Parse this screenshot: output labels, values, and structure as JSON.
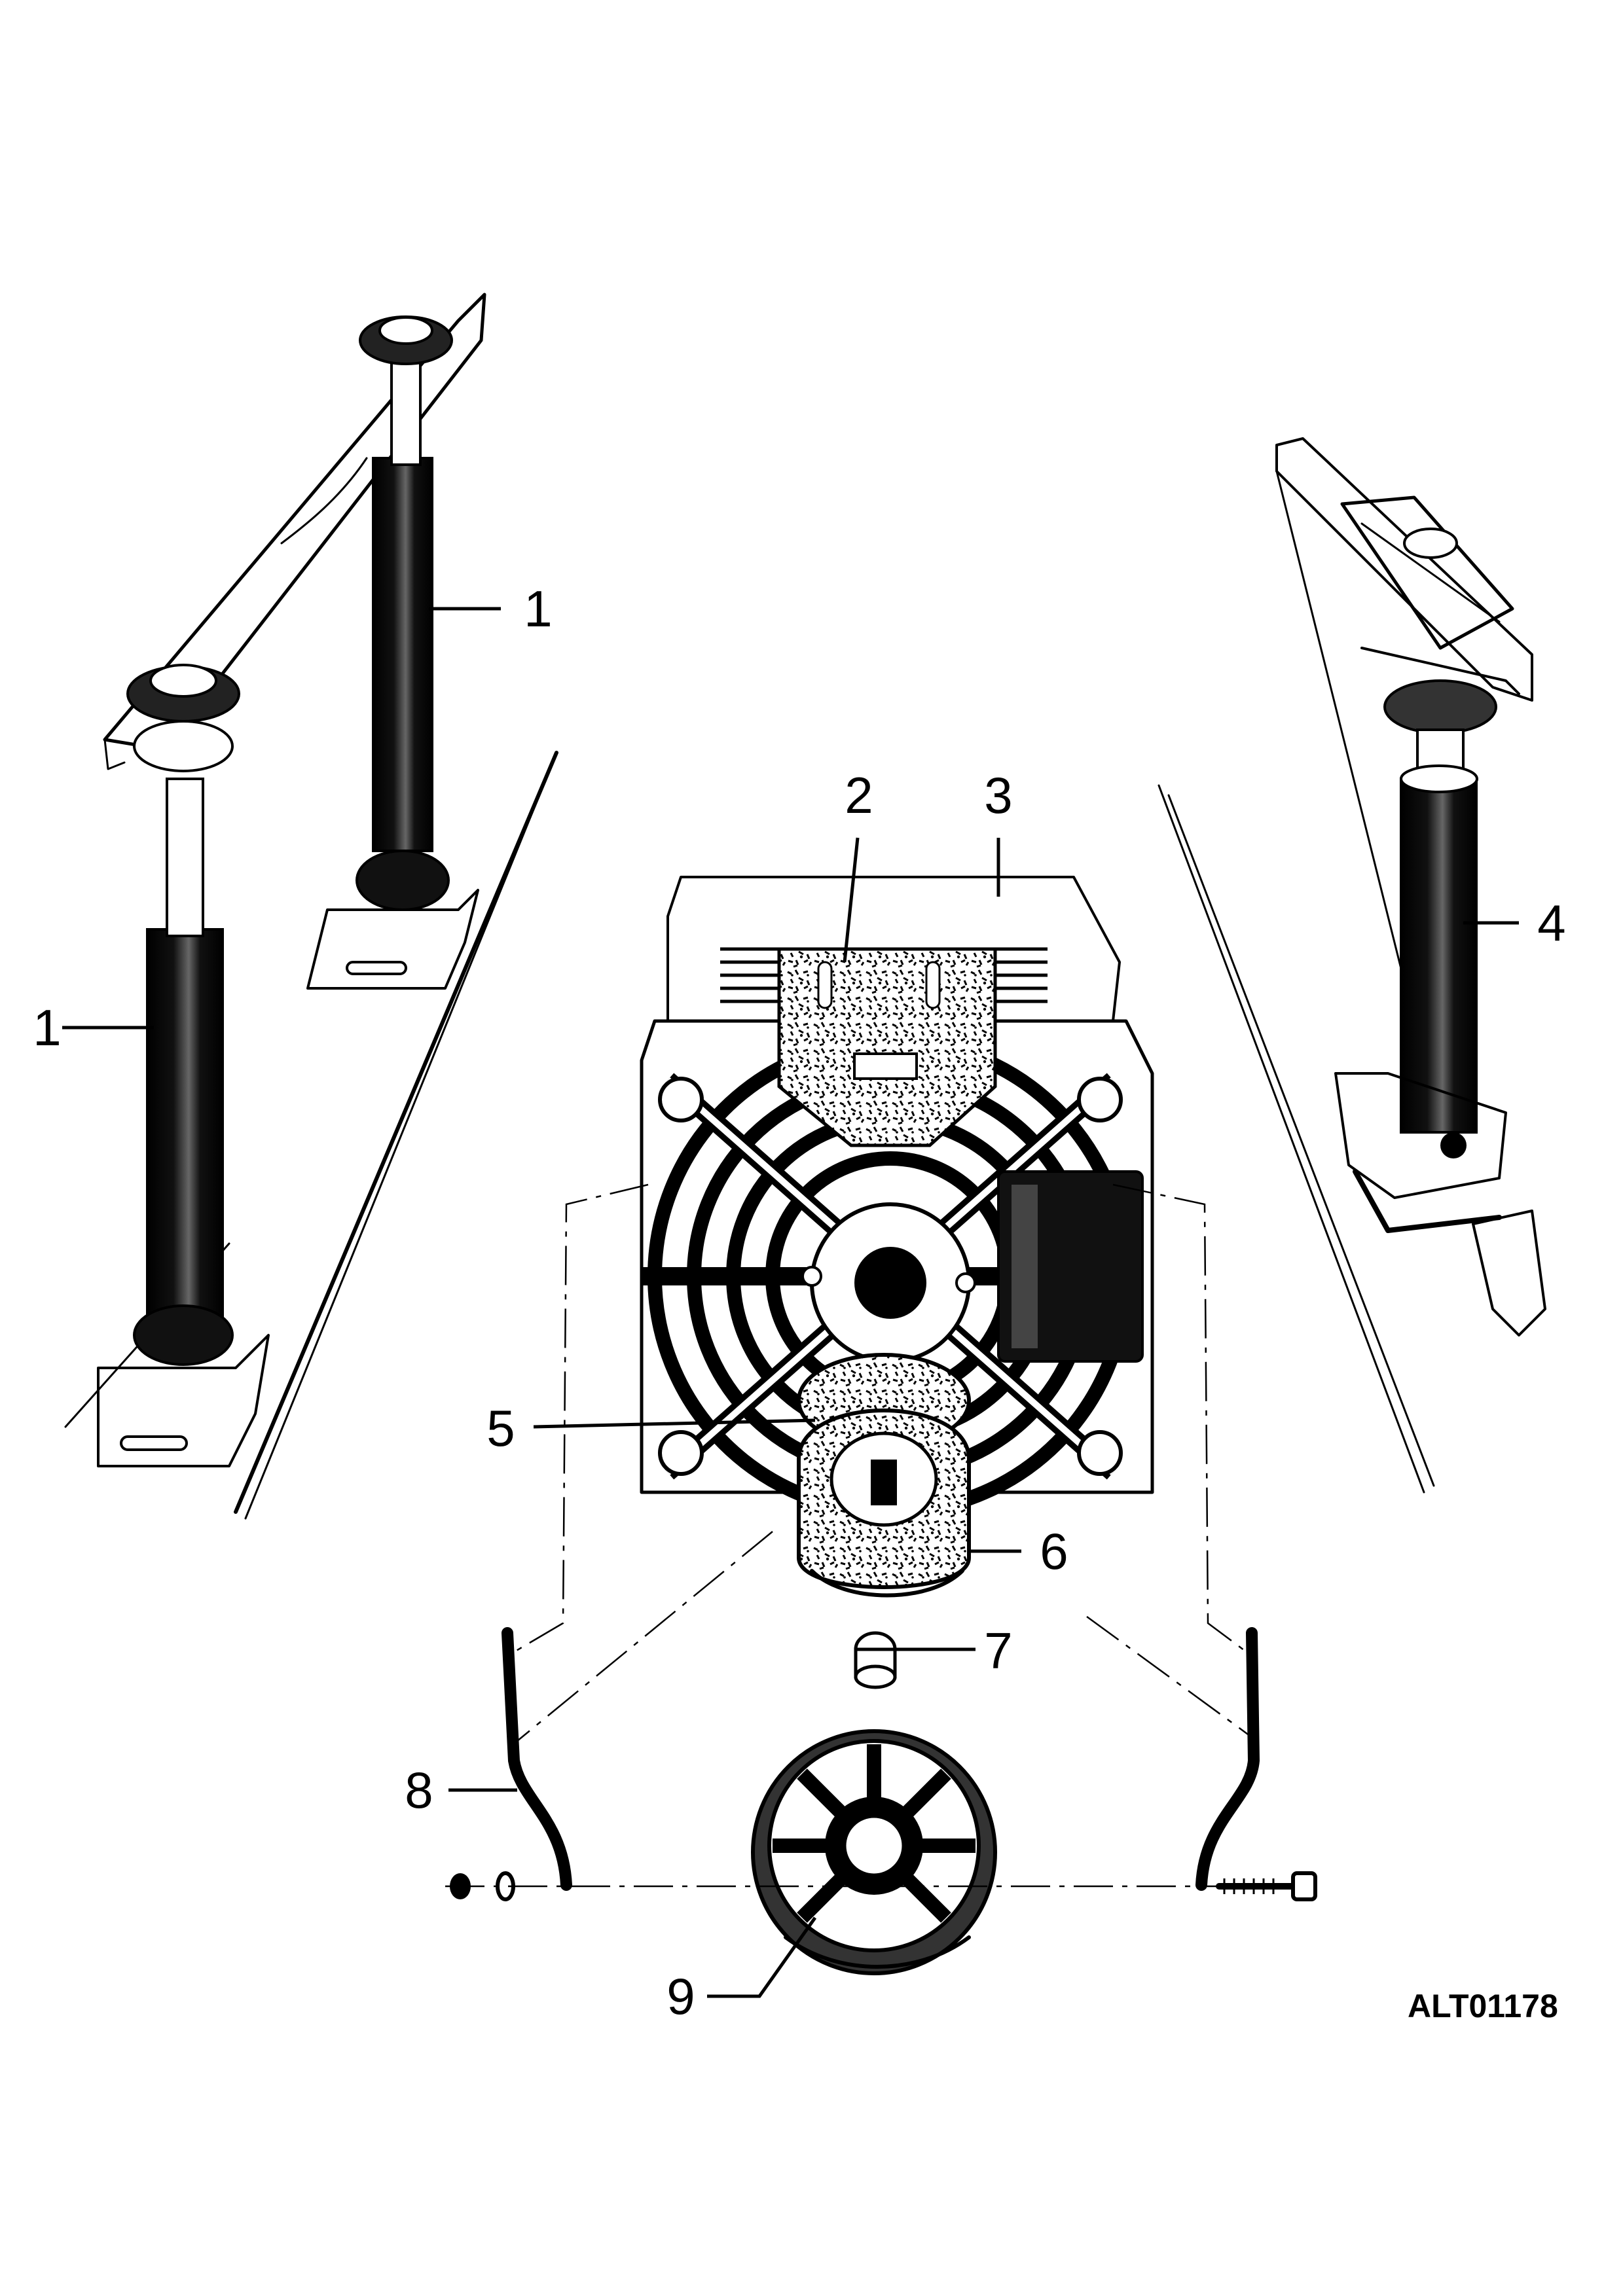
{
  "drawing_id": "ALT01178",
  "callouts": [
    {
      "id": "c1a",
      "label": "1"
    },
    {
      "id": "c1b",
      "label": "1"
    },
    {
      "id": "c2",
      "label": "2"
    },
    {
      "id": "c3",
      "label": "3"
    },
    {
      "id": "c4",
      "label": "4"
    },
    {
      "id": "c5",
      "label": "5"
    },
    {
      "id": "c6",
      "label": "6"
    },
    {
      "id": "c7",
      "label": "7"
    },
    {
      "id": "c8",
      "label": "8"
    },
    {
      "id": "c9",
      "label": "9"
    }
  ]
}
